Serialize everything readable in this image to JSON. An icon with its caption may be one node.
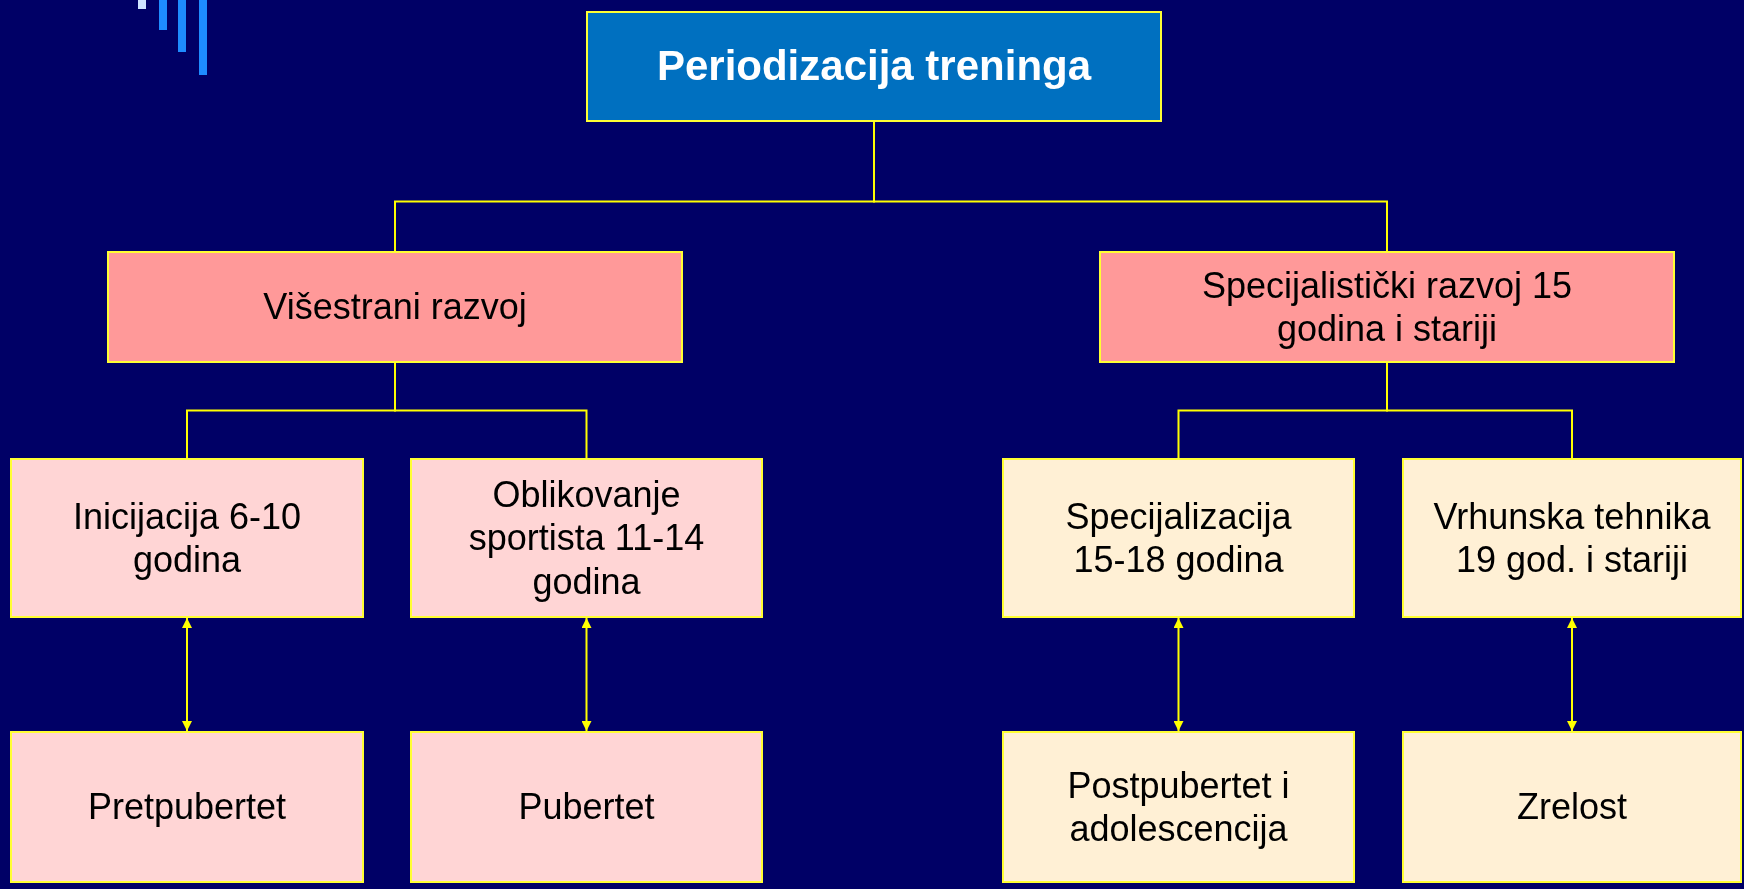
{
  "diagram": {
    "nodes": [
      {
        "text": [
          "Periodizacija treninga"
        ]
      },
      {
        "text": [
          "Višestrani razvoj"
        ]
      },
      {
        "text": [
          "Specijalistički razvoj 15 godina i stariji"
        ]
      },
      {
        "text": [
          "Inicijacija 6-10 godina"
        ]
      },
      {
        "text": [
          "Oblikovanje sportista 11-14 godina"
        ]
      },
      {
        "text": [
          "Specijalizacija 15-18 godina"
        ]
      },
      {
        "text": [
          "Vrhunska tehnika 19 god. i stariji"
        ]
      },
      {
        "text": [
          "Pretpubertet"
        ]
      },
      {
        "text": [
          "Pubertet"
        ]
      },
      {
        "text": [
          "Postpubertet i adolescencija"
        ]
      },
      {
        "text": [
          "Zrelost"
        ]
      }
    ],
    "edges": [
      {
        "from": 0,
        "to": 1,
        "arrow": "none"
      },
      {
        "from": 0,
        "to": 2,
        "arrow": "none"
      },
      {
        "from": 1,
        "to": 3,
        "arrow": "none"
      },
      {
        "from": 1,
        "to": 4,
        "arrow": "none"
      },
      {
        "from": 2,
        "to": 5,
        "arrow": "none"
      },
      {
        "from": 2,
        "to": 6,
        "arrow": "none"
      },
      {
        "from": 3,
        "to": 7,
        "arrow": "both"
      },
      {
        "from": 4,
        "to": 8,
        "arrow": "both"
      },
      {
        "from": 5,
        "to": 9,
        "arrow": "both"
      },
      {
        "from": 6,
        "to": 10,
        "arrow": "both"
      }
    ]
  }
}
